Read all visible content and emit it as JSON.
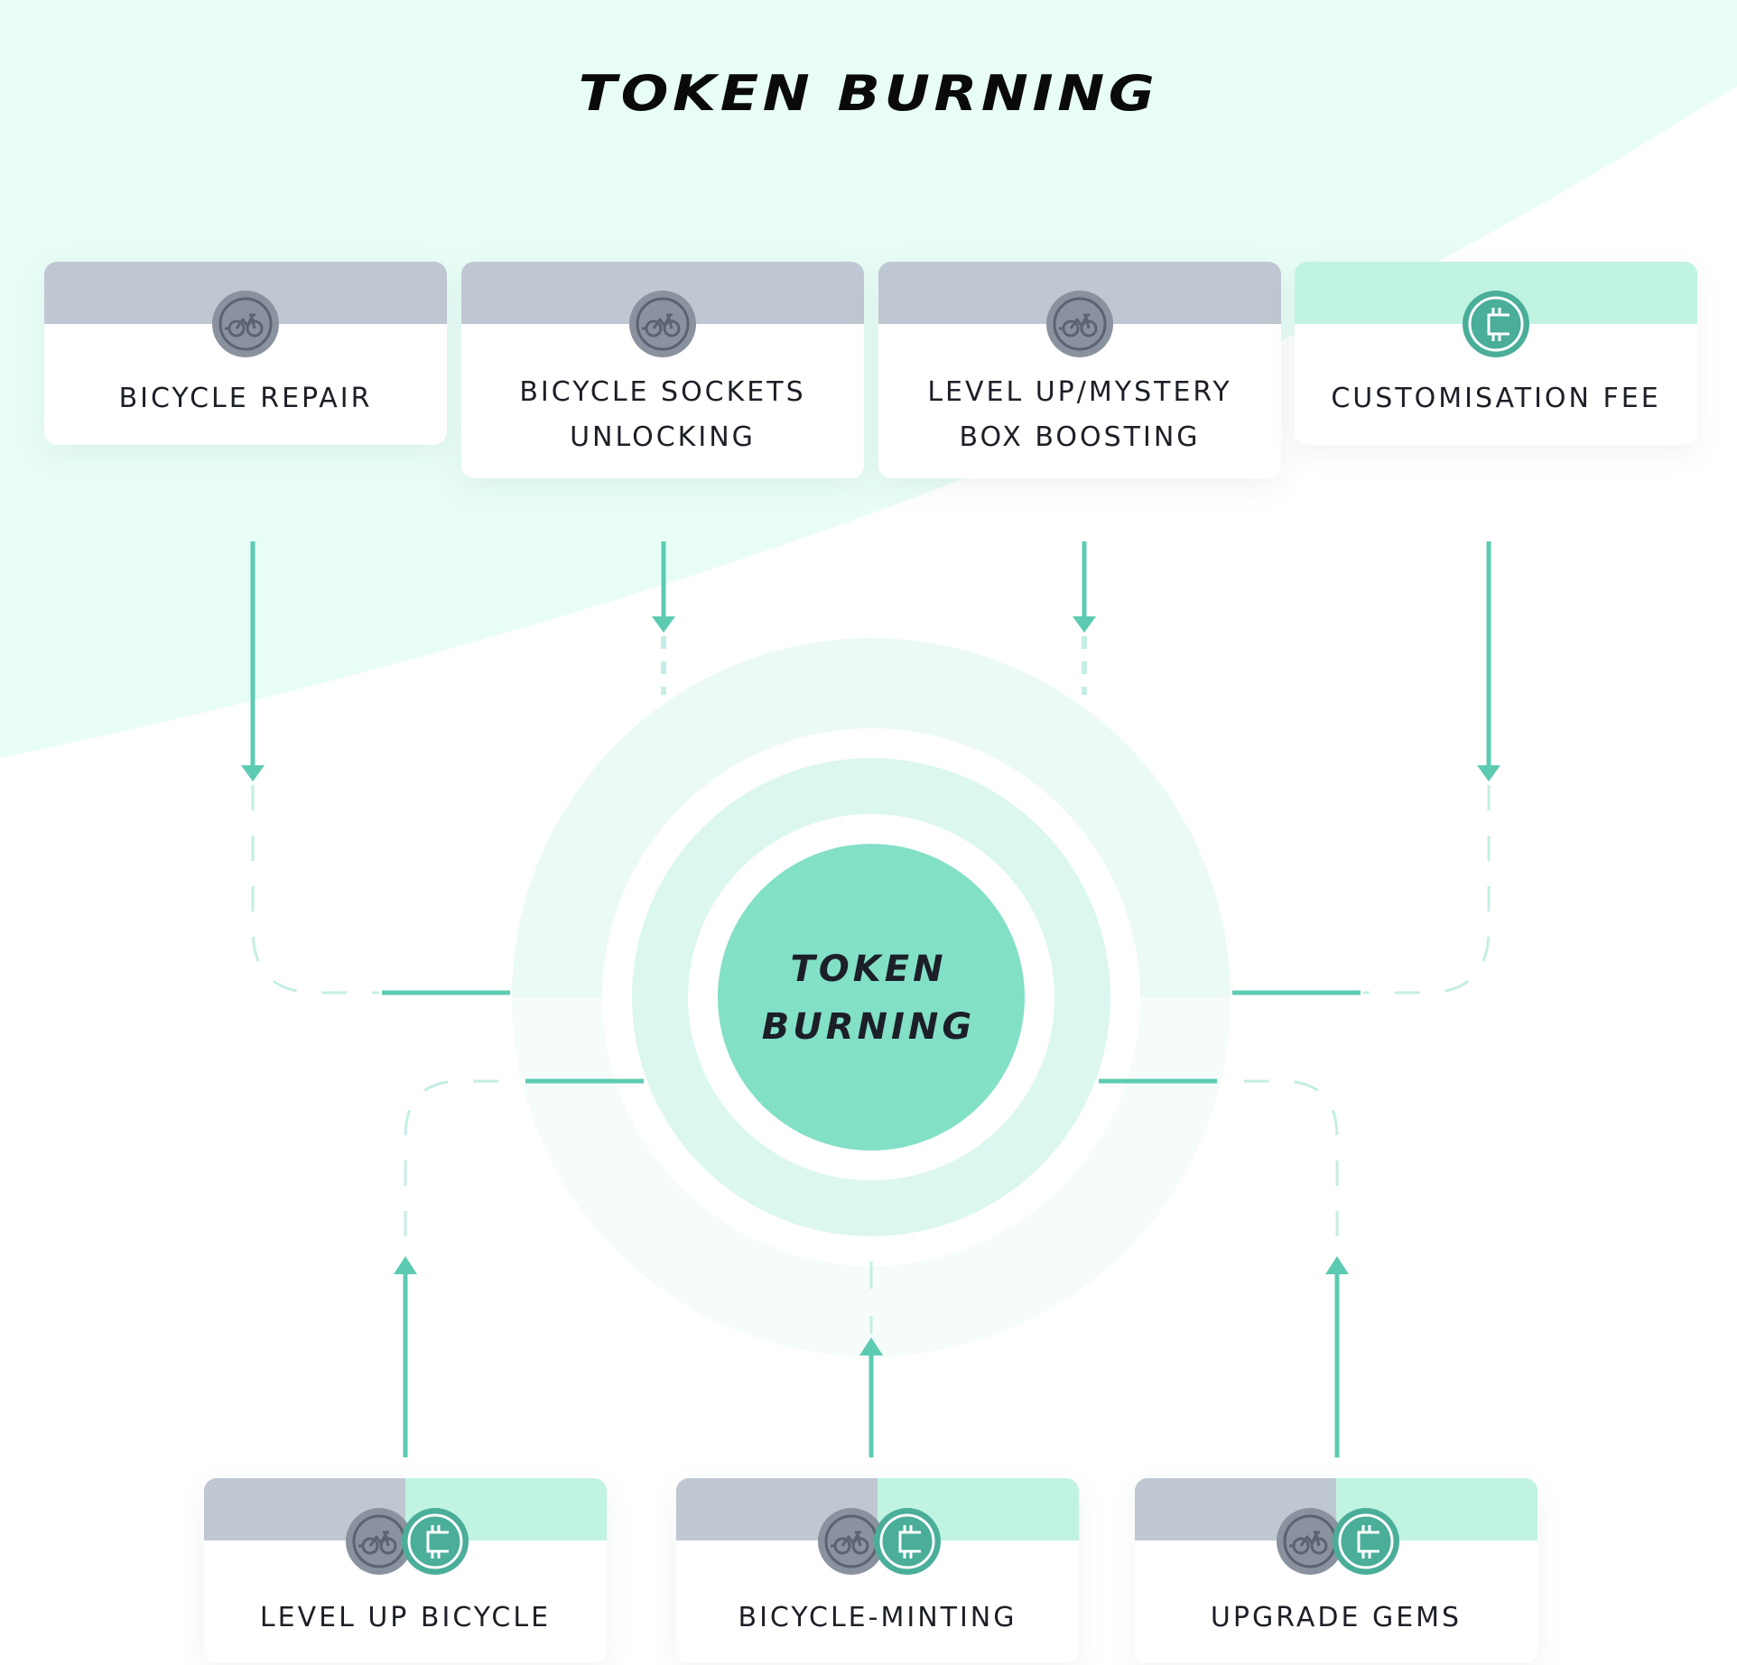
{
  "title": "TOKEN BURNING",
  "center": {
    "line1": "TOKEN",
    "line2": "BURNING"
  },
  "colors": {
    "accent": "#5ccbb1",
    "accent_light": "#c4eee5",
    "core": "#82e0c6",
    "ring_mid": "#dbf7ef",
    "ring_outer": "#ebfaf5",
    "band_gray": "#bfc7d2",
    "band_mint": "#c0f3e1",
    "coin_gray": "#8a919f",
    "coin_green": "#4aae99",
    "bg_mint": "#e8fdf6"
  },
  "top_cards": [
    {
      "label_lines": [
        "BICYCLE REPAIR"
      ],
      "icons": [
        "bicycle-coin-icon"
      ],
      "band": "gray"
    },
    {
      "label_lines": [
        "BICYCLE SOCKETS",
        "UNLOCKING"
      ],
      "icons": [
        "bicycle-coin-icon"
      ],
      "band": "gray"
    },
    {
      "label_lines": [
        "LEVEL UP/MYSTERY",
        "BOX BOOSTING"
      ],
      "icons": [
        "bicycle-coin-icon"
      ],
      "band": "gray"
    },
    {
      "label_lines": [
        "CUSTOMISATION FEE"
      ],
      "icons": [
        "chip-coin-icon"
      ],
      "band": "mint"
    }
  ],
  "bottom_cards": [
    {
      "label_lines": [
        "LEVEL UP BICYCLE"
      ],
      "icons": [
        "bicycle-coin-icon",
        "chip-coin-icon"
      ],
      "band": "split"
    },
    {
      "label_lines": [
        "BICYCLE-MINTING"
      ],
      "icons": [
        "bicycle-coin-icon",
        "chip-coin-icon"
      ],
      "band": "split"
    },
    {
      "label_lines": [
        "UPGRADE GEMS"
      ],
      "icons": [
        "bicycle-coin-icon",
        "chip-coin-icon"
      ],
      "band": "split"
    }
  ],
  "flows": [
    {
      "from": "BICYCLE REPAIR",
      "to": "TOKEN BURNING",
      "direction": "down"
    },
    {
      "from": "BICYCLE SOCKETS UNLOCKING",
      "to": "TOKEN BURNING",
      "direction": "down"
    },
    {
      "from": "LEVEL UP/MYSTERY BOX BOOSTING",
      "to": "TOKEN BURNING",
      "direction": "down"
    },
    {
      "from": "CUSTOMISATION FEE",
      "to": "TOKEN BURNING",
      "direction": "down"
    },
    {
      "from": "LEVEL UP BICYCLE",
      "to": "TOKEN BURNING",
      "direction": "up"
    },
    {
      "from": "BICYCLE-MINTING",
      "to": "TOKEN BURNING",
      "direction": "up"
    },
    {
      "from": "UPGRADE GEMS",
      "to": "TOKEN BURNING",
      "direction": "up"
    }
  ]
}
